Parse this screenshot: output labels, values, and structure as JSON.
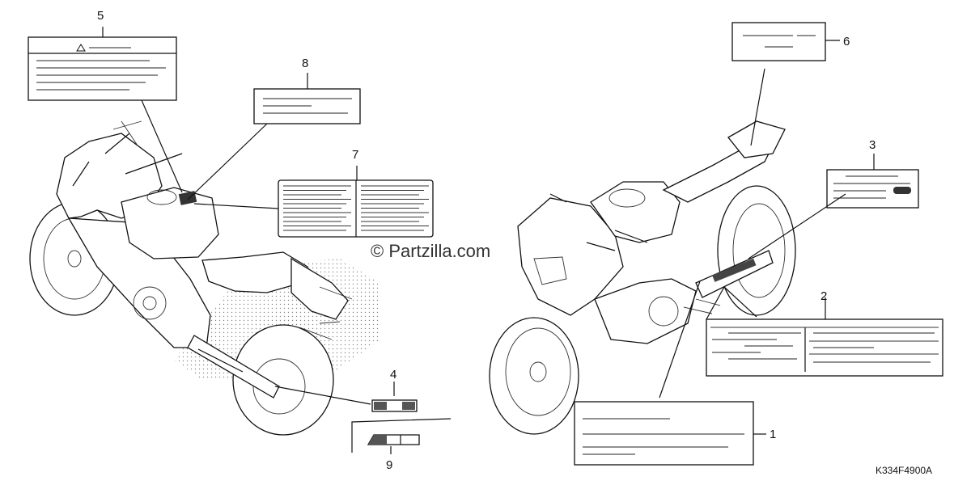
{
  "callouts": {
    "c1": "1",
    "c2": "2",
    "c3": "3",
    "c4": "4",
    "c5": "5",
    "c6": "6",
    "c7": "7",
    "c8": "8",
    "c9": "9"
  },
  "watermark": "© Partzilla.com",
  "diagram_code": "K334F4900A",
  "colors": {
    "line": "#111111",
    "background": "#ffffff",
    "stipple": "#888888"
  }
}
